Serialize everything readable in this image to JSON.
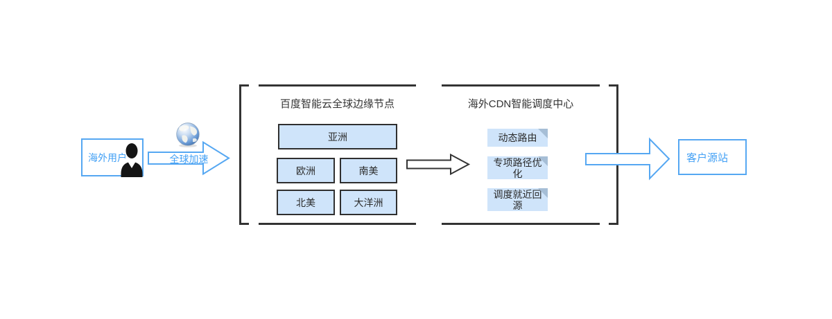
{
  "diagram": {
    "user": {
      "label": "海外用户"
    },
    "acceleration": {
      "label": "全球加速"
    },
    "edge_nodes": {
      "title": "百度智能云全球边缘节点",
      "regions": [
        "亚洲",
        "欧洲",
        "南美",
        "北美",
        "大洋洲"
      ]
    },
    "scheduler": {
      "title": "海外CDN智能调度中心",
      "features": [
        "动态路由",
        "专项路径优\n化",
        "调度就近回\n源"
      ]
    },
    "origin": {
      "label": "客户源站"
    },
    "icons": {
      "globe": "globe-icon",
      "person": "person-icon",
      "arrows": [
        "global-acceleration-arrow",
        "flow-arrow",
        "origin-arrow"
      ]
    },
    "colors": {
      "accent_blue": "#55a7f2",
      "text_blue": "#42a0f5",
      "box_fill": "#cfe4fa",
      "note_fold": "#a6bed6",
      "line_dark": "#333333"
    }
  }
}
